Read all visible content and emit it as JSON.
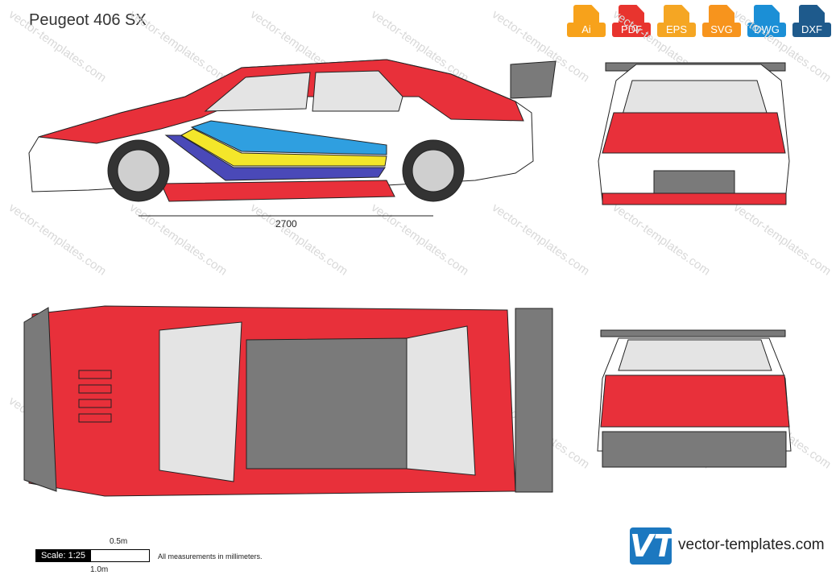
{
  "title": "Peugeot 406 SX",
  "formats": [
    {
      "label": "Ai",
      "color": "#f7a21b",
      "icon": "ai-file-icon"
    },
    {
      "label": "PDF",
      "color": "#e8342e",
      "icon": "pdf-file-icon"
    },
    {
      "label": "EPS",
      "color": "#f5a623",
      "icon": "eps-file-icon"
    },
    {
      "label": "SVG",
      "color": "#f7941d",
      "icon": "svg-file-icon"
    },
    {
      "label": "DWG",
      "color": "#1b8fd6",
      "icon": "dwg-file-icon"
    },
    {
      "label": "DXF",
      "color": "#1e5a8c",
      "icon": "dxf-file-icon"
    }
  ],
  "dimension": "2700",
  "scale": {
    "label": "Scale: 1:25",
    "half": "0.5m",
    "full": "1.0m"
  },
  "note": "All measurements in millimeters.",
  "brand": {
    "logo": "VT",
    "site": "vector-templates.com"
  },
  "watermark": "vector-templates.com",
  "colors": {
    "red": "#e8303a",
    "white": "#ffffff",
    "blue": "#2f9fe0",
    "yellow": "#f4e62a",
    "violet": "#4a49b8",
    "gray": "#7a7a7a",
    "glass": "#e4e4e4"
  }
}
